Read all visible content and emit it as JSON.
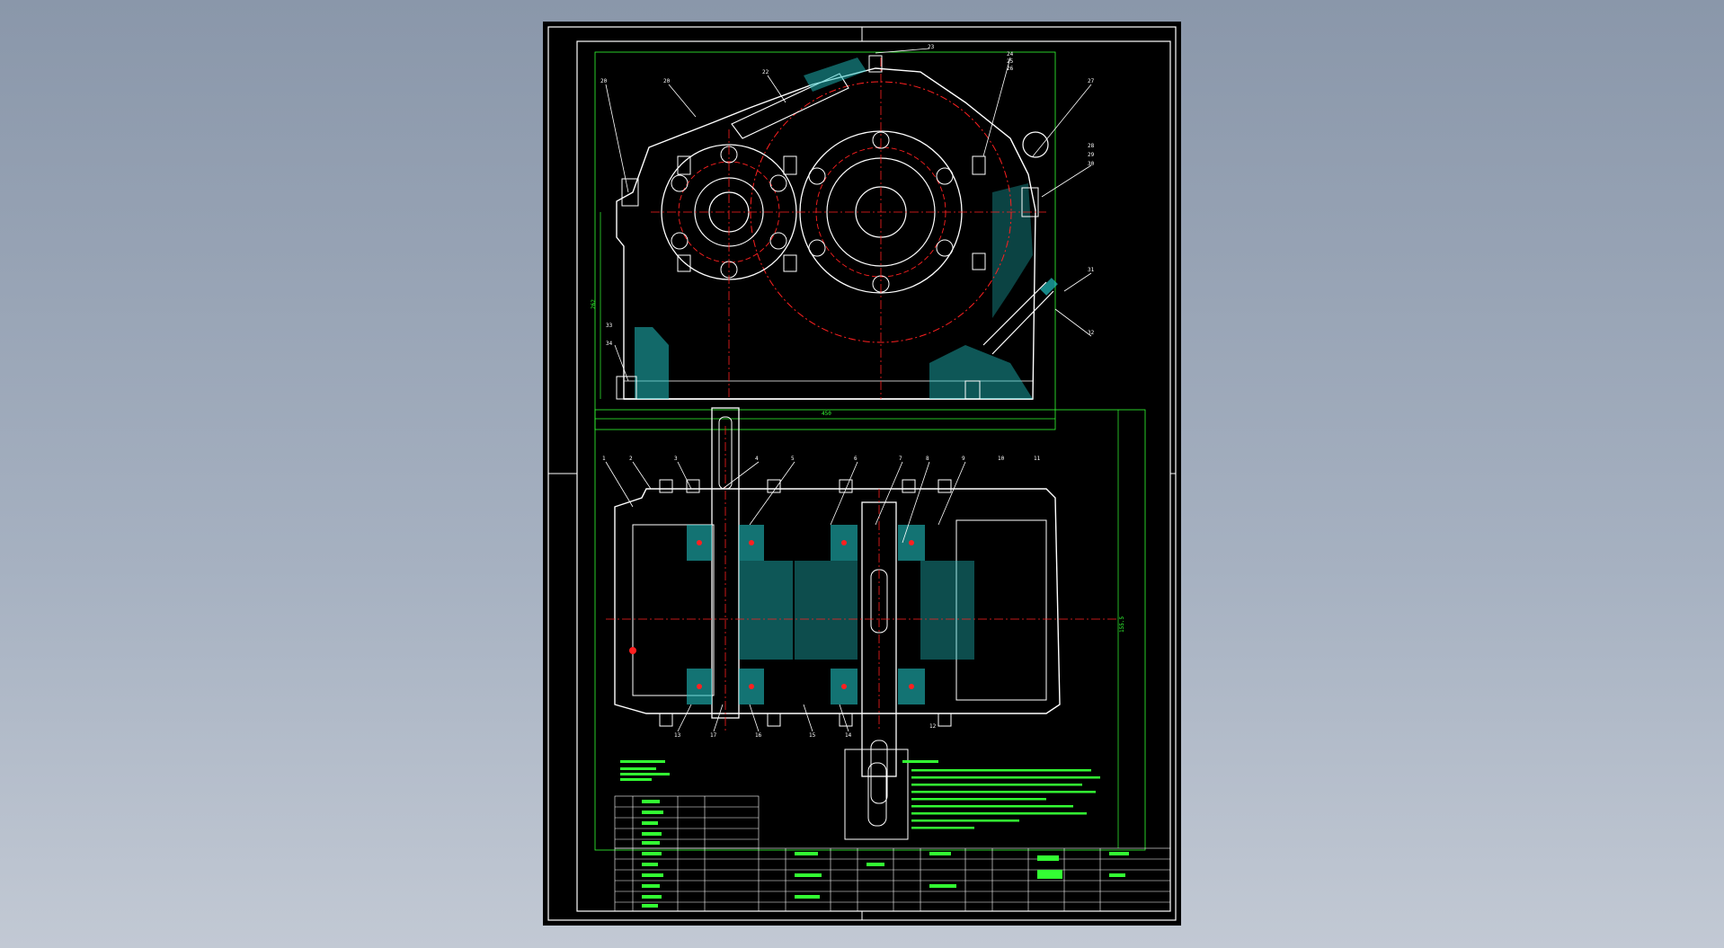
{
  "colors": {
    "background_top": "#8a97aa",
    "background_bottom": "#c2c9d4",
    "paper": "#000000",
    "outline": "#ffffff",
    "centerline": "#ff2020",
    "dimension": "#33ff33",
    "hatch": "#20c0c0",
    "text": "#33ff33"
  },
  "icons": {
    "drawing": "gearbox-assembly-drawing-icon"
  },
  "labels": {
    "top_callouts": [
      "20",
      "20",
      "22",
      "23",
      "24",
      "25",
      "26",
      "27",
      "28",
      "29",
      "30",
      "31",
      "32",
      "33",
      "34"
    ],
    "bottom_callouts": [
      "1",
      "2",
      "3",
      "4",
      "5",
      "6",
      "7",
      "8",
      "9",
      "10",
      "11"
    ],
    "lower_callouts": [
      "13",
      "17",
      "16",
      "15",
      "14",
      "12"
    ],
    "dim_width": "450",
    "dim_height_left": "262",
    "dim_side": "155.5"
  }
}
